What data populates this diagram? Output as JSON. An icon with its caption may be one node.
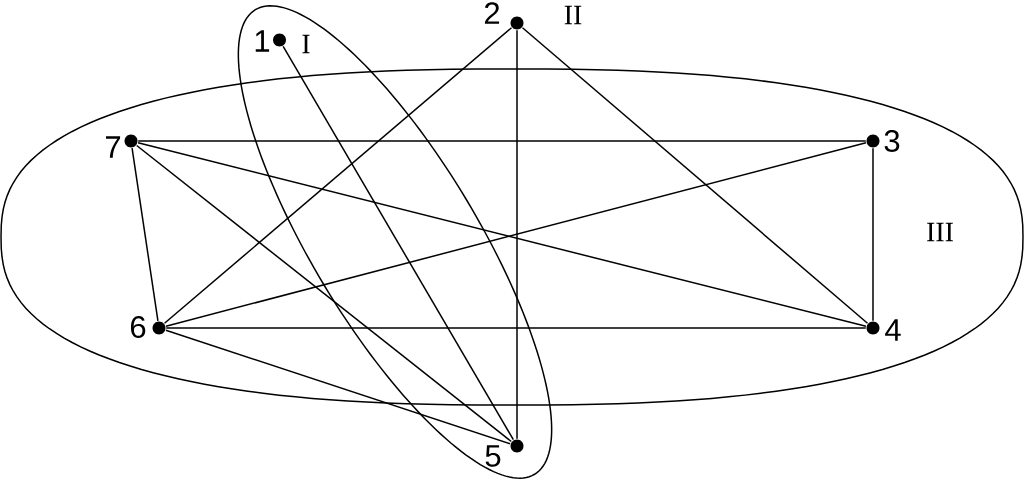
{
  "diagram": {
    "nodes": [
      {
        "text": [
          "I"
        ]
      },
      {
        "text": [
          "1"
        ],
        "in": 0
      },
      {
        "text": [
          "2"
        ],
        "beside": [
          "II"
        ]
      },
      {
        "text": [
          "III"
        ]
      },
      {
        "text": [
          "7"
        ],
        "in": 3
      },
      {
        "text": [
          "3"
        ],
        "in": 3
      },
      {
        "text": [
          "6"
        ],
        "in": 3
      },
      {
        "text": [
          "4"
        ],
        "in": 3
      },
      {
        "text": [
          "5"
        ],
        "in": 0
      }
    ],
    "edges": [
      {
        "from": 1,
        "to": 8,
        "arrow": "none"
      },
      {
        "from": 2,
        "to": 6,
        "arrow": "none"
      },
      {
        "from": 2,
        "to": 8,
        "arrow": "none"
      },
      {
        "from": 2,
        "to": 7,
        "arrow": "none"
      },
      {
        "from": 4,
        "to": 5,
        "arrow": "none"
      },
      {
        "from": 4,
        "to": 7,
        "arrow": "none"
      },
      {
        "from": 4,
        "to": 8,
        "arrow": "none"
      },
      {
        "from": 4,
        "to": 6,
        "arrow": "none"
      },
      {
        "from": 6,
        "to": 5,
        "arrow": "none"
      },
      {
        "from": 6,
        "to": 7,
        "arrow": "none"
      },
      {
        "from": 6,
        "to": 8,
        "arrow": "none"
      },
      {
        "from": 5,
        "to": 7,
        "arrow": "none"
      }
    ]
  }
}
